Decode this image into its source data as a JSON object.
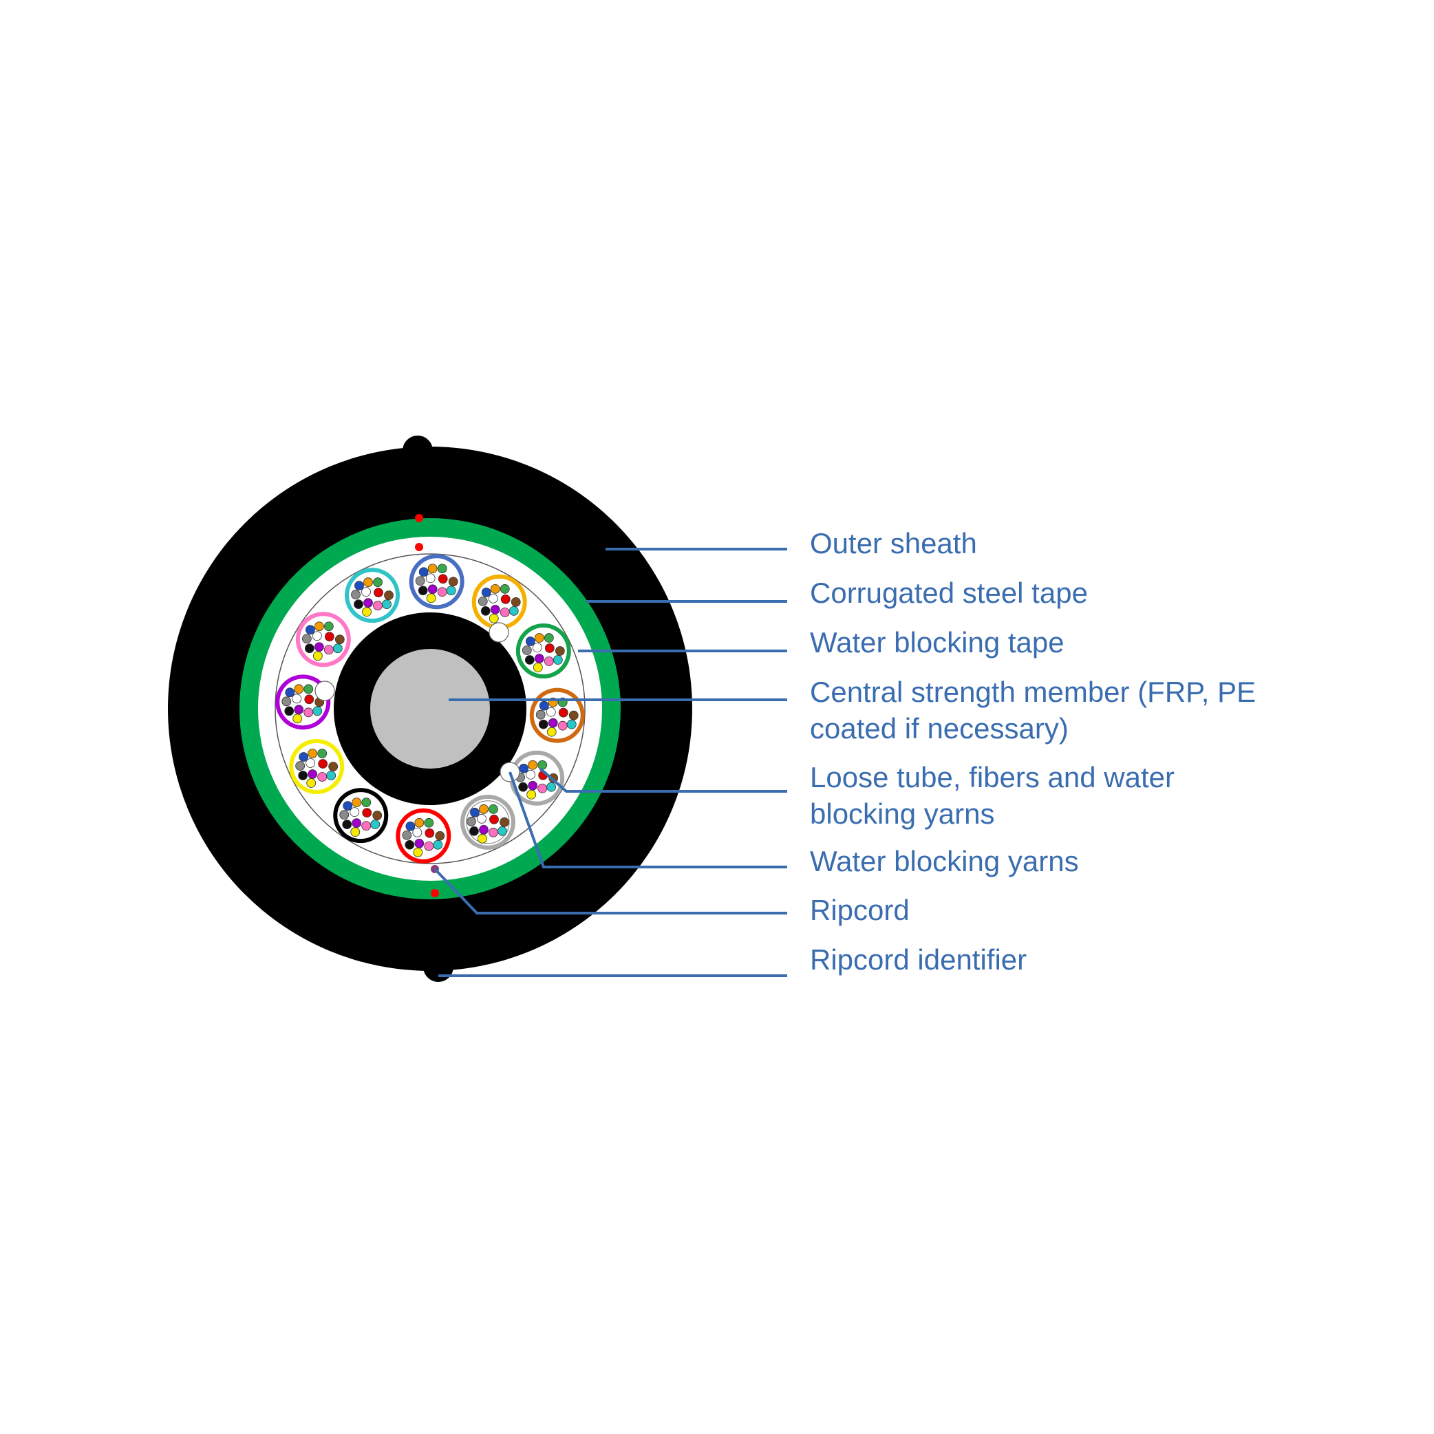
{
  "colors": {
    "sheath": "#000000",
    "steel_tape": "#00a850",
    "water_blocking_tape": "#ffffff",
    "strength_member": "#c0c0c0",
    "ripcord": "#ff0000",
    "leader": "#3a6db0",
    "label": "#3a6db0"
  },
  "tube_colors": [
    "#4a6fc2",
    "#f5b000",
    "#14a24a",
    "#d06a10",
    "#a9a9a9",
    "#a9a9a9",
    "#ff0000",
    "#000000",
    "#f5ee00",
    "#b000d8",
    "#ff78c8",
    "#30c4c8"
  ],
  "fiber_colors": [
    "#1f4fbf",
    "#f39a00",
    "#3aa84a",
    "#7a4a1e",
    "#8a8a8a",
    "#ffffff",
    "#e00000",
    "#111111",
    "#f6ea00",
    "#a000c8",
    "#ff6fbf",
    "#28c8c8"
  ],
  "labels": [
    {
      "id": "outer-sheath",
      "lines": [
        "Outer sheath"
      ]
    },
    {
      "id": "corrugated-steel-tape",
      "lines": [
        "Corrugated steel tape"
      ]
    },
    {
      "id": "water-blocking-tape",
      "lines": [
        "Water blocking tape"
      ]
    },
    {
      "id": "central-strength-member",
      "lines": [
        "Central strength member (FRP, PE",
        "coated if necessary)"
      ]
    },
    {
      "id": "loose-tube",
      "lines": [
        "Loose tube, fibers and water",
        "blocking yarns"
      ]
    },
    {
      "id": "water-blocking-yarns",
      "lines": [
        "Water blocking yarns"
      ]
    },
    {
      "id": "ripcord",
      "lines": [
        "Ripcord"
      ]
    },
    {
      "id": "ripcord-identifier",
      "lines": [
        "Ripcord identifier"
      ]
    }
  ]
}
